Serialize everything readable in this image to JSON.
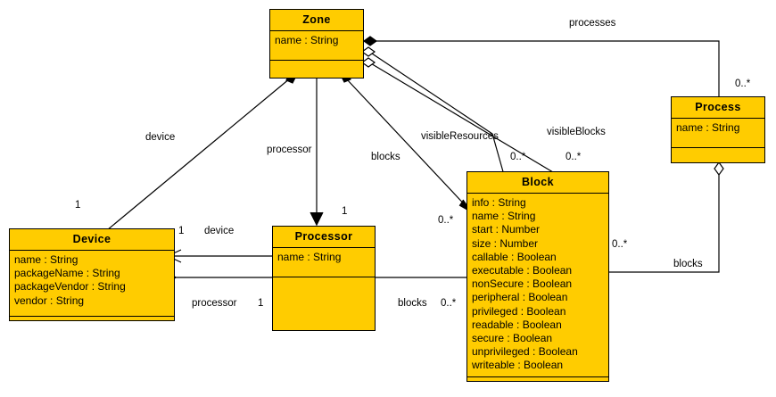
{
  "diagram": {
    "type": "uml-class-diagram",
    "background": "#ffffff",
    "class_fill": "#FFCC00",
    "stroke": "#000000"
  },
  "classes": [
    {
      "id": "zone",
      "name": "Zone",
      "attributes": [
        "name : String"
      ],
      "operations": []
    },
    {
      "id": "process",
      "name": "Process",
      "attributes": [
        "name : String"
      ],
      "operations": []
    },
    {
      "id": "device",
      "name": "Device",
      "attributes": [
        "name : String",
        "packageName : String",
        "packageVendor : String",
        "vendor : String"
      ],
      "operations": []
    },
    {
      "id": "processor",
      "name": "Processor",
      "attributes": [
        "name : String"
      ],
      "operations": []
    },
    {
      "id": "block",
      "name": "Block",
      "attributes": [
        "info : String",
        "name : String",
        "start : Number",
        "size : Number",
        "callable : Boolean",
        "executable : Boolean",
        "nonSecure : Boolean",
        "peripheral : Boolean",
        "privileged : Boolean",
        "readable : Boolean",
        "secure : Boolean",
        "unprivileged : Boolean",
        "writeable : Boolean"
      ],
      "operations": []
    }
  ],
  "relationships": [
    {
      "id": "zone-processes-process",
      "source": "zone",
      "target": "process",
      "label": "processes",
      "source_end": "composition",
      "target_multiplicity": "0..*"
    },
    {
      "id": "zone-visibleresources-block",
      "source": "zone",
      "target": "block",
      "label": "visibleResources",
      "source_end": "aggregation",
      "target_multiplicity": "0..*"
    },
    {
      "id": "zone-visibleblocks-block",
      "source": "zone",
      "target": "block",
      "label": "visibleBlocks",
      "source_end": "aggregation",
      "target_multiplicity": "0..*"
    },
    {
      "id": "zone-device-device",
      "source": "zone",
      "target": "device",
      "label": "device",
      "source_end": "composition",
      "target_multiplicity": "1"
    },
    {
      "id": "zone-processor-processor",
      "source": "zone",
      "target": "processor",
      "label": "processor",
      "source_end": "none",
      "target_multiplicity": "1"
    },
    {
      "id": "zone-blocks-block",
      "source": "zone",
      "target": "block",
      "label": "blocks",
      "source_end": "composition",
      "target_multiplicity": "0..*"
    },
    {
      "id": "processor-device-device",
      "source": "processor",
      "target": "device",
      "label": "device",
      "source_end": "none",
      "target_multiplicity": "1"
    },
    {
      "id": "device-processor-processor",
      "source": "device",
      "target": "processor",
      "label": "processor",
      "source_end": "composition",
      "target_multiplicity": "1"
    },
    {
      "id": "processor-blocks-block",
      "source": "processor",
      "target": "block",
      "label": "blocks",
      "source_end": "aggregation",
      "target_multiplicity": "0..*"
    },
    {
      "id": "process-blocks-block",
      "source": "process",
      "target": "block",
      "label": "blocks",
      "source_end": "aggregation",
      "target_multiplicity": "0..*"
    }
  ],
  "labels": {
    "processes": "processes",
    "visibleResources": "visibleResources",
    "visibleBlocks": "visibleBlocks",
    "device_top": "device",
    "processor_top": "processor",
    "blocks_top": "blocks",
    "device_mid": "device",
    "processor_mid": "processor",
    "blocks_mid": "blocks",
    "blocks_right": "blocks"
  },
  "multiplicities": {
    "process_top": "0..*",
    "block_vr": "0..*",
    "block_vb": "0..*",
    "device_zone": "1",
    "device_right": "1",
    "processor_zone": "1",
    "processor_left": "1",
    "block_left": "0..*",
    "block_proc": "0..*",
    "block_right": "0..*"
  }
}
